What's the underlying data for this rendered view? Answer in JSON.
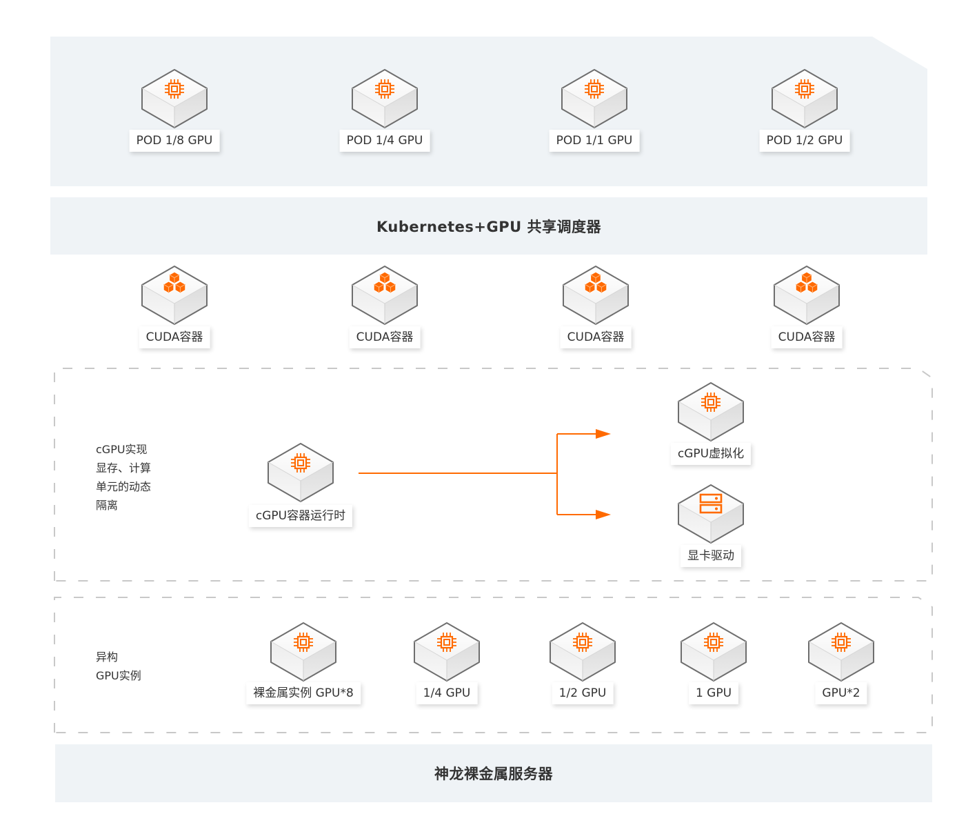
{
  "colors": {
    "accent": "#ff6a00",
    "panel_bg": "#eff3f6",
    "text": "#333333",
    "dash": "#c8c8c8"
  },
  "pods": [
    {
      "label": "POD 1/8 GPU",
      "icon": "chip-icon"
    },
    {
      "label": "POD 1/4 GPU",
      "icon": "chip-icon"
    },
    {
      "label": "POD 1/1 GPU",
      "icon": "chip-icon"
    },
    {
      "label": "POD 1/2 GPU",
      "icon": "chip-icon"
    }
  ],
  "scheduler": {
    "label": "Kubernetes+GPU 共享调度器"
  },
  "containers": [
    {
      "label": "CUDA容器",
      "icon": "cubes-icon"
    },
    {
      "label": "CUDA容器",
      "icon": "cubes-icon"
    },
    {
      "label": "CUDA容器",
      "icon": "cubes-icon"
    },
    {
      "label": "CUDA容器",
      "icon": "cubes-icon"
    }
  ],
  "cgpu_section": {
    "description_lines": [
      "cGPU实现",
      "显存、计算",
      "单元的动态",
      "隔离"
    ],
    "runtime": {
      "label": "cGPU容器运行时",
      "icon": "chip-icon"
    },
    "targets": [
      {
        "label": "cGPU虚拟化",
        "icon": "chip-icon"
      },
      {
        "label": "显卡驱动",
        "icon": "server-icon"
      }
    ]
  },
  "instance_section": {
    "description_lines": [
      "异构",
      "GPU实例"
    ],
    "instances": [
      {
        "label": "裸金属实例 GPU*8",
        "icon": "chip-icon"
      },
      {
        "label": "1/4 GPU",
        "icon": "chip-icon"
      },
      {
        "label": "1/2 GPU",
        "icon": "chip-icon"
      },
      {
        "label": "1 GPU",
        "icon": "chip-icon"
      },
      {
        "label": "GPU*2",
        "icon": "chip-icon"
      }
    ]
  },
  "server": {
    "label": "神龙裸金属服务器"
  }
}
